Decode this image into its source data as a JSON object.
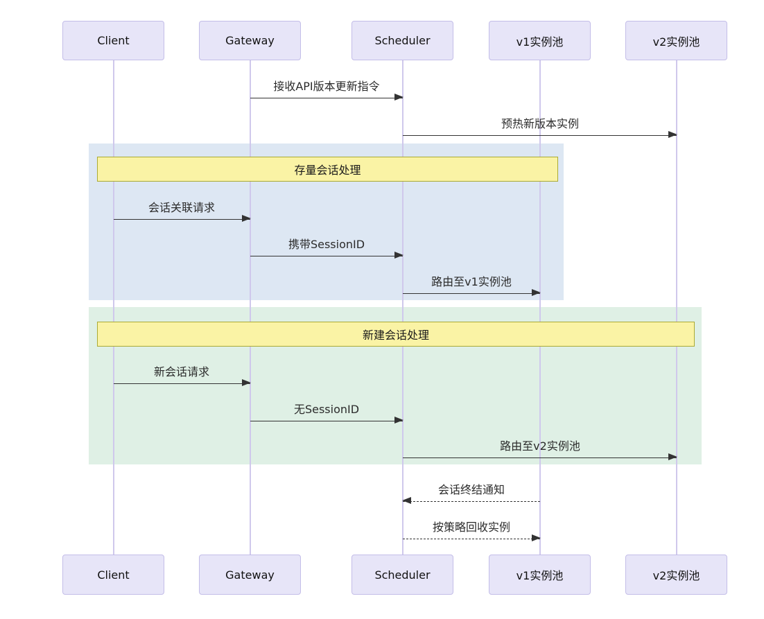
{
  "diagram": {
    "kind": "sequence-diagram",
    "participants": [
      {
        "id": "client",
        "label": "Client"
      },
      {
        "id": "gateway",
        "label": "Gateway"
      },
      {
        "id": "scheduler",
        "label": "Scheduler"
      },
      {
        "id": "v1-pool",
        "label": "v1实例池"
      },
      {
        "id": "v2-pool",
        "label": "v2实例池"
      }
    ],
    "blocks": [
      {
        "id": "existing-session",
        "label": "存量会话处理"
      },
      {
        "id": "new-session",
        "label": "新建会话处理"
      }
    ],
    "messages": [
      {
        "label": "接收API版本更新指令",
        "from": "Gateway",
        "to": "Scheduler",
        "line": "solid",
        "block": null
      },
      {
        "label": "预热新版本实例",
        "from": "Scheduler",
        "to": "v2实例池",
        "line": "solid",
        "block": null
      },
      {
        "label": "会话关联请求",
        "from": "Client",
        "to": "Gateway",
        "line": "solid",
        "block": "存量会话处理"
      },
      {
        "label": "携带SessionID",
        "from": "Gateway",
        "to": "Scheduler",
        "line": "solid",
        "block": "存量会话处理"
      },
      {
        "label": "路由至v1实例池",
        "from": "Scheduler",
        "to": "v1实例池",
        "line": "solid",
        "block": "存量会话处理"
      },
      {
        "label": "新会话请求",
        "from": "Client",
        "to": "Gateway",
        "line": "solid",
        "block": "新建会话处理"
      },
      {
        "label": "无SessionID",
        "from": "Gateway",
        "to": "Scheduler",
        "line": "solid",
        "block": "新建会话处理"
      },
      {
        "label": "路由至v2实例池",
        "from": "Scheduler",
        "to": "v2实例池",
        "line": "solid",
        "block": "新建会话处理"
      },
      {
        "label": "会话终结通知",
        "from": "v1实例池",
        "to": "Scheduler",
        "line": "dashed",
        "block": null
      },
      {
        "label": "按策略回收实例",
        "from": "Scheduler",
        "to": "v1实例池",
        "line": "dashed",
        "block": null
      }
    ],
    "colors": {
      "background": "#ffffff",
      "actor_fill": "#e7e5f8",
      "actor_border": "#c3bde8",
      "lifeline": "#cfc8ec",
      "arrow": "#333333",
      "text": "#2b2b2b",
      "block_existing_bg": "#dde7f3",
      "block_new_bg": "#dff0e5",
      "banner_fill": "#faf3a5",
      "banner_border": "#aaaa33"
    }
  }
}
